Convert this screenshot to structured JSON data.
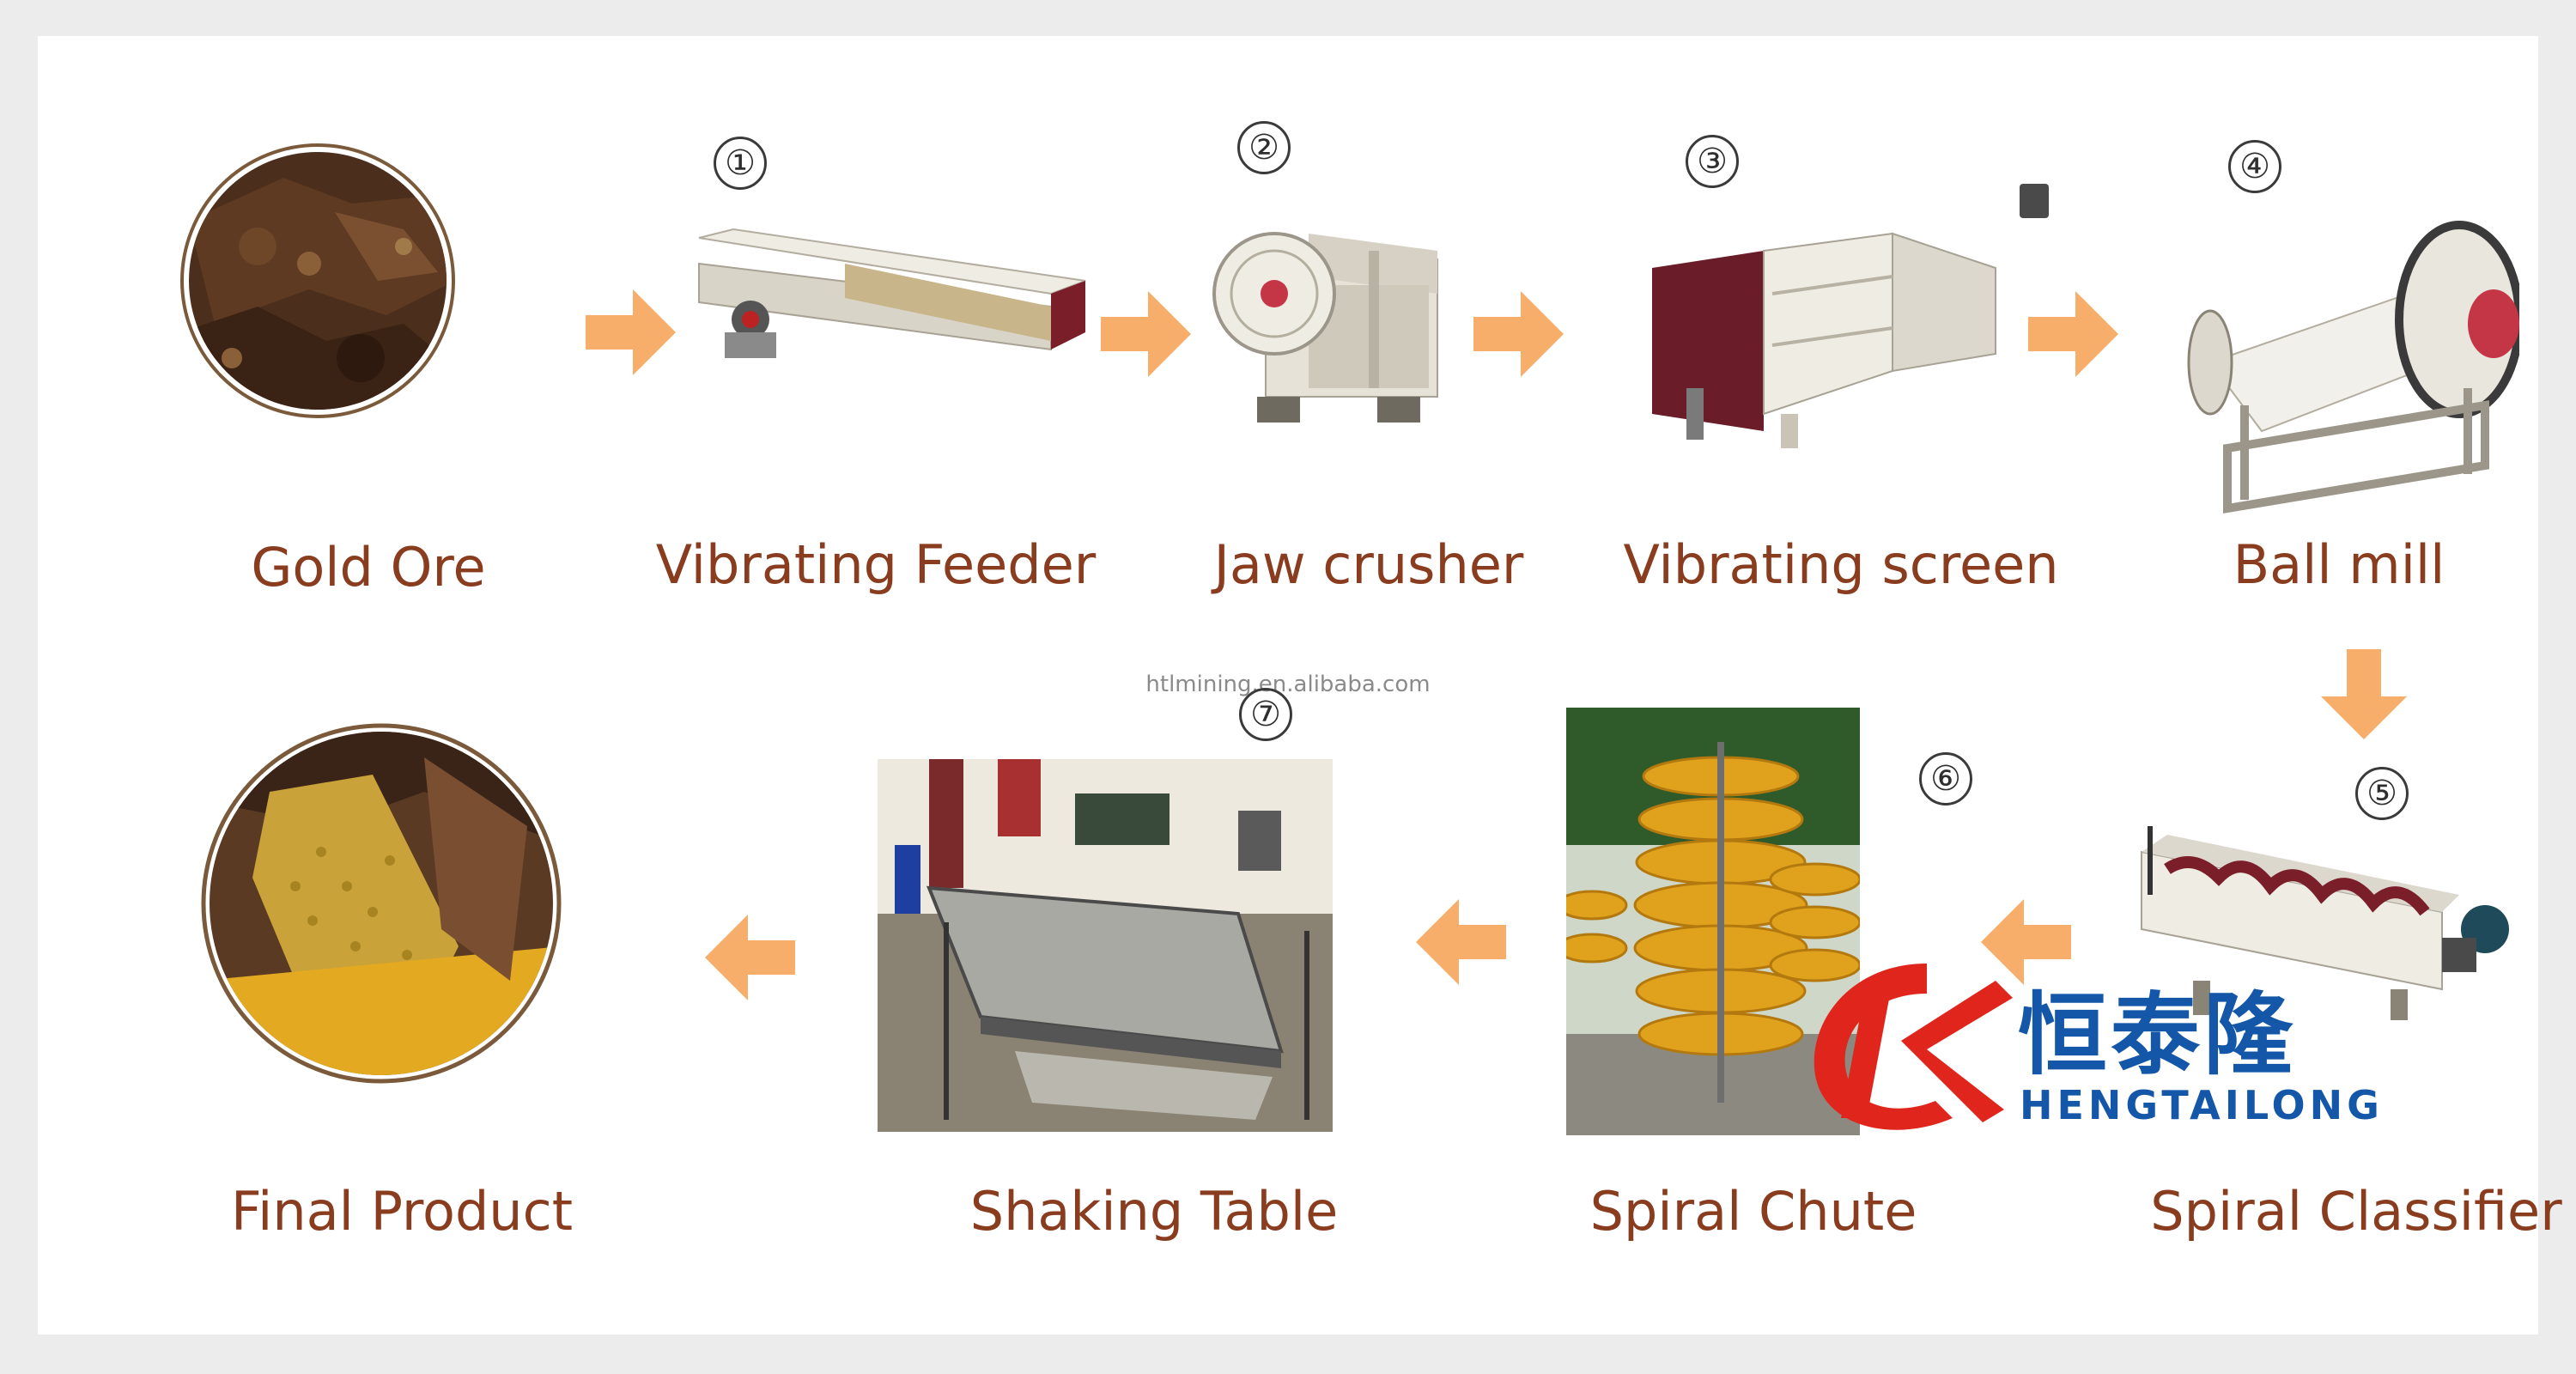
{
  "source_watermark": "htlmining.en.alibaba.com",
  "nodes": {
    "gold_ore": {
      "label": "Gold Ore"
    },
    "vibrating_feeder": {
      "step": "①",
      "label": "Vibrating Feeder"
    },
    "jaw_crusher": {
      "step": "②",
      "label": "Jaw crusher"
    },
    "vibrating_screen": {
      "step": "③",
      "label": "Vibrating screen"
    },
    "ball_mill": {
      "step": "④",
      "label": "Ball mill"
    },
    "spiral_classifier": {
      "step": "⑤",
      "label": "Spiral Classifier"
    },
    "spiral_chute": {
      "step": "⑥",
      "label": "Spiral Chute"
    },
    "shaking_table": {
      "step": "⑦",
      "label": "Shaking Table"
    },
    "final_product": {
      "label": "Final Product"
    }
  },
  "logo": {
    "chinese": "恒泰隆",
    "english": "HENGTAILONG"
  },
  "colors": {
    "label": "#8a3c1f",
    "arrow": "#f7ae6b",
    "logo_blue": "#1457a8",
    "logo_red": "#e0261c"
  }
}
